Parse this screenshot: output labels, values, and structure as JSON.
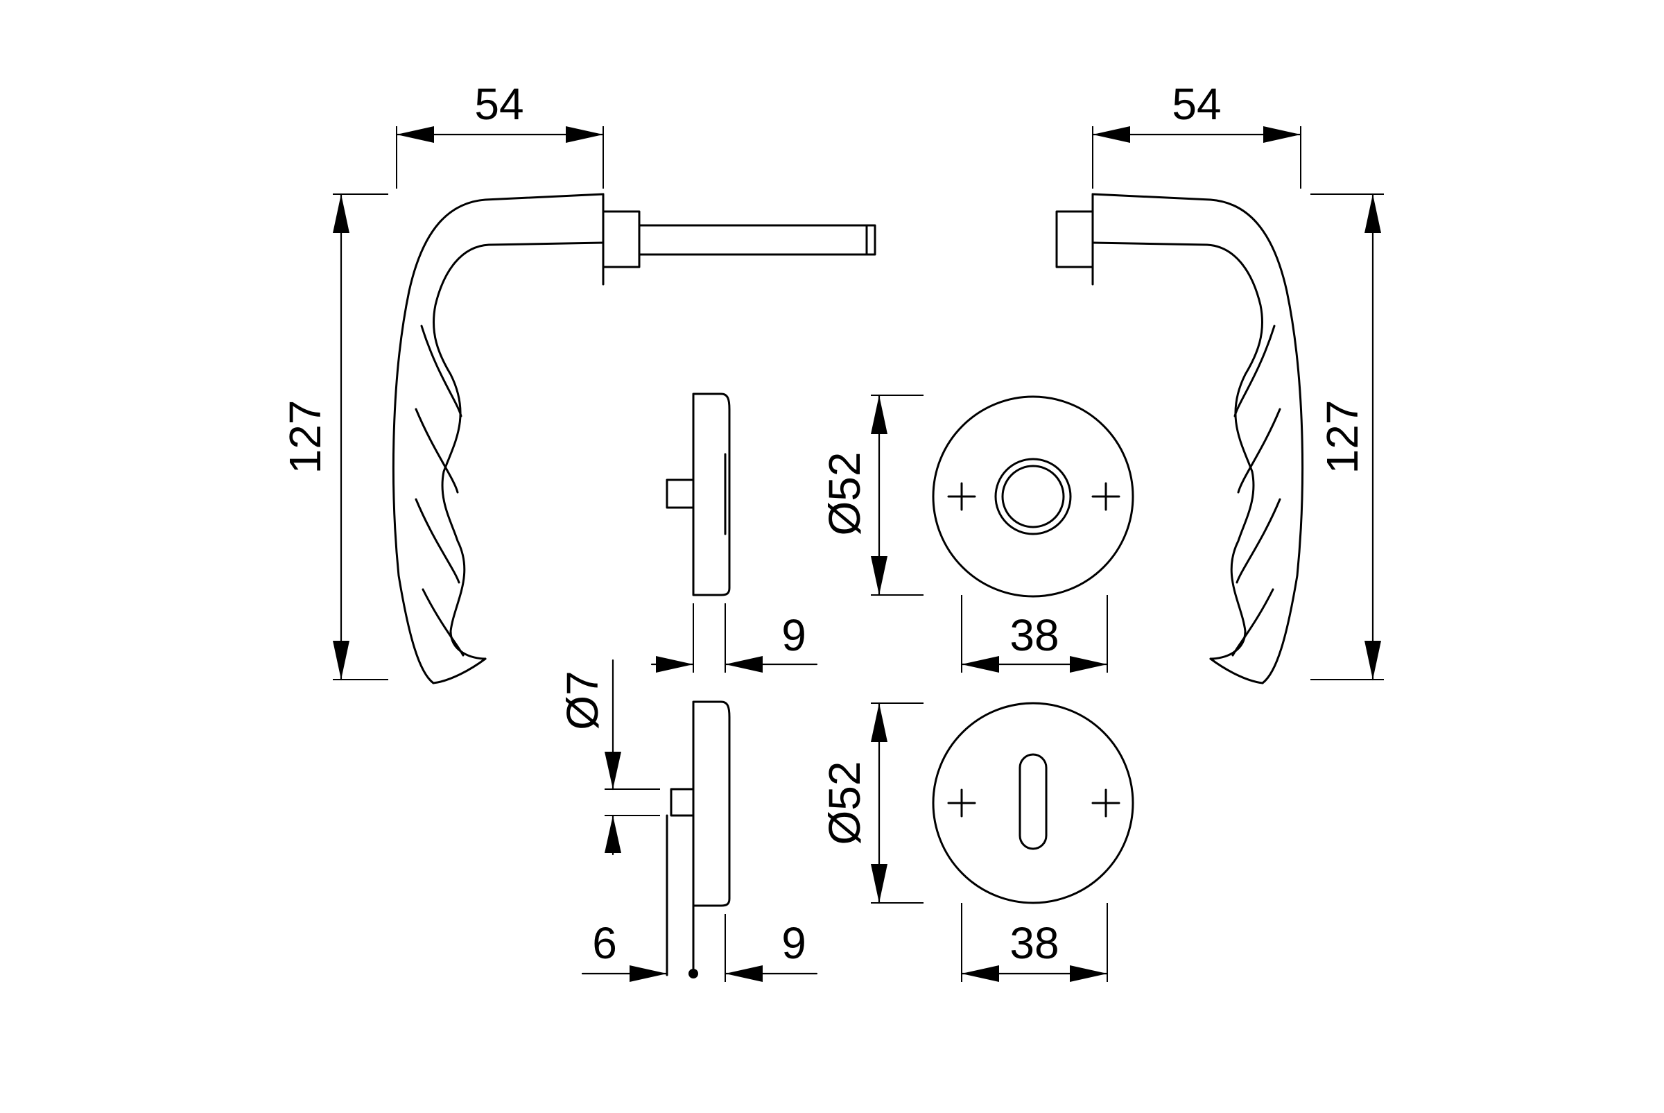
{
  "drawing": {
    "colors": {
      "line": "#000000",
      "background": "#ffffff"
    },
    "dimensions": {
      "left_handle_width": "54",
      "left_handle_height": "127",
      "right_handle_width": "54",
      "right_handle_height": "127",
      "rose_top_diameter": "Ø52",
      "rose_top_screw_spacing": "38",
      "rose_top_thickness": "9",
      "rose_bottom_pin_diameter": "Ø7",
      "rose_bottom_diameter": "Ø52",
      "rose_bottom_screw_spacing": "38",
      "rose_bottom_pin_length": "6",
      "rose_bottom_thickness": "9"
    }
  }
}
